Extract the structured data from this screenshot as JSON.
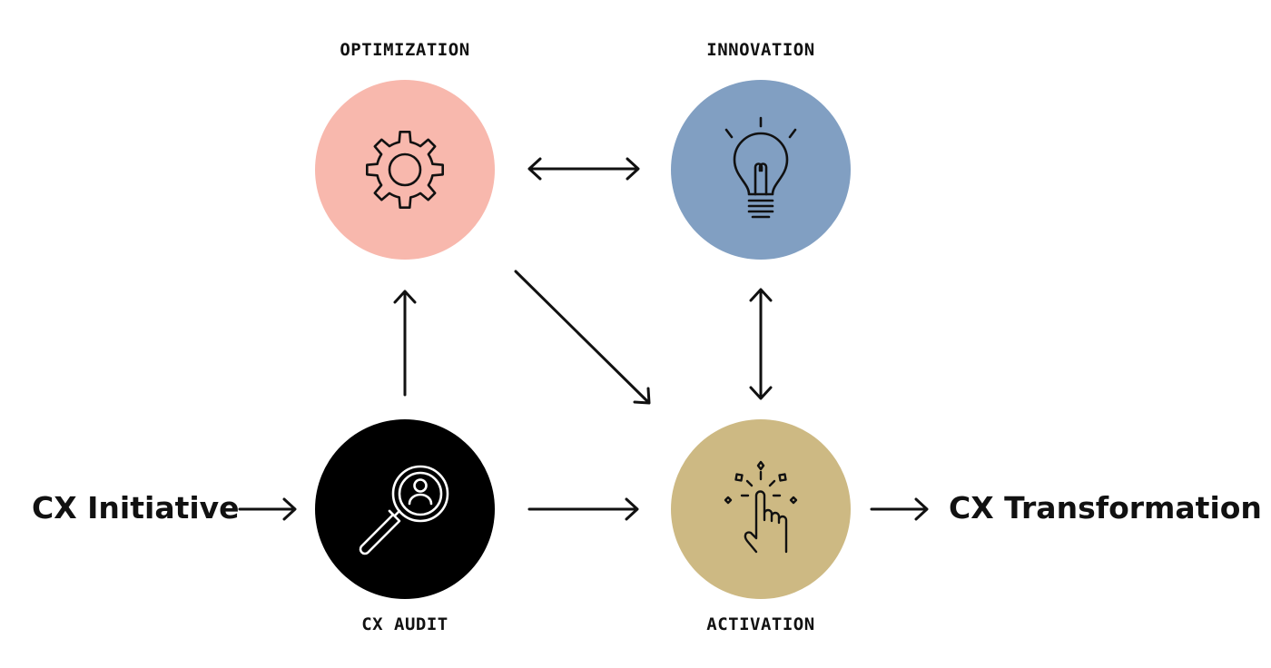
{
  "nodes": {
    "optimization": {
      "label": "OPTIMIZATION",
      "color": "#f8b8ad",
      "icon": "gear-icon"
    },
    "innovation": {
      "label": "INNOVATION",
      "color": "#819fc2",
      "icon": "lightbulb-icon"
    },
    "cx_audit": {
      "label": "CX AUDIT",
      "color": "#000000",
      "icon": "magnifier-user-icon"
    },
    "activation": {
      "label": "ACTIVATION",
      "color": "#cdb983",
      "icon": "tap-hand-sparkle-icon"
    }
  },
  "start": {
    "label": "CX Initiative"
  },
  "end": {
    "label": "CX Transformation"
  },
  "edges": [
    {
      "from": "CX Initiative",
      "to": "CX AUDIT",
      "type": "one-way"
    },
    {
      "from": "CX AUDIT",
      "to": "OPTIMIZATION",
      "type": "one-way"
    },
    {
      "from": "CX AUDIT",
      "to": "ACTIVATION",
      "type": "one-way"
    },
    {
      "from": "OPTIMIZATION",
      "to": "INNOVATION",
      "type": "two-way"
    },
    {
      "from": "OPTIMIZATION",
      "to": "ACTIVATION",
      "type": "one-way"
    },
    {
      "from": "INNOVATION",
      "to": "ACTIVATION",
      "type": "two-way"
    },
    {
      "from": "ACTIVATION",
      "to": "CX Transformation",
      "type": "one-way"
    }
  ]
}
